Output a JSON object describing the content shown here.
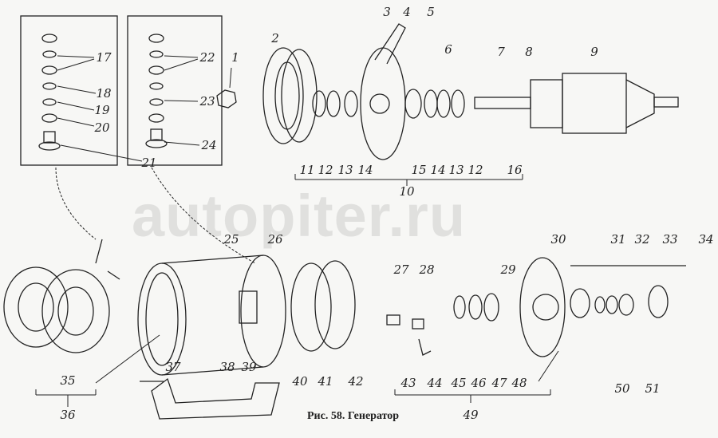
{
  "caption": "Рис. 58. Генератор",
  "watermark": "autopiter.ru",
  "callouts": [
    "17",
    "22",
    "1",
    "2",
    "3",
    "4",
    "5",
    "6",
    "7",
    "8",
    "9",
    "18",
    "19",
    "20",
    "23",
    "24",
    "21",
    "11",
    "12",
    "13",
    "14",
    "15",
    "14",
    "13",
    "12",
    "16",
    "10",
    "25",
    "26",
    "27",
    "28",
    "29",
    "30",
    "31",
    "32",
    "33",
    "34",
    "35",
    "36",
    "37",
    "38",
    "39",
    "40",
    "41",
    "42",
    "43",
    "44",
    "45",
    "46",
    "47",
    "48",
    "49",
    "50",
    "51"
  ],
  "colors": {
    "ink": "#222222",
    "paper": "#f7f7f5"
  }
}
